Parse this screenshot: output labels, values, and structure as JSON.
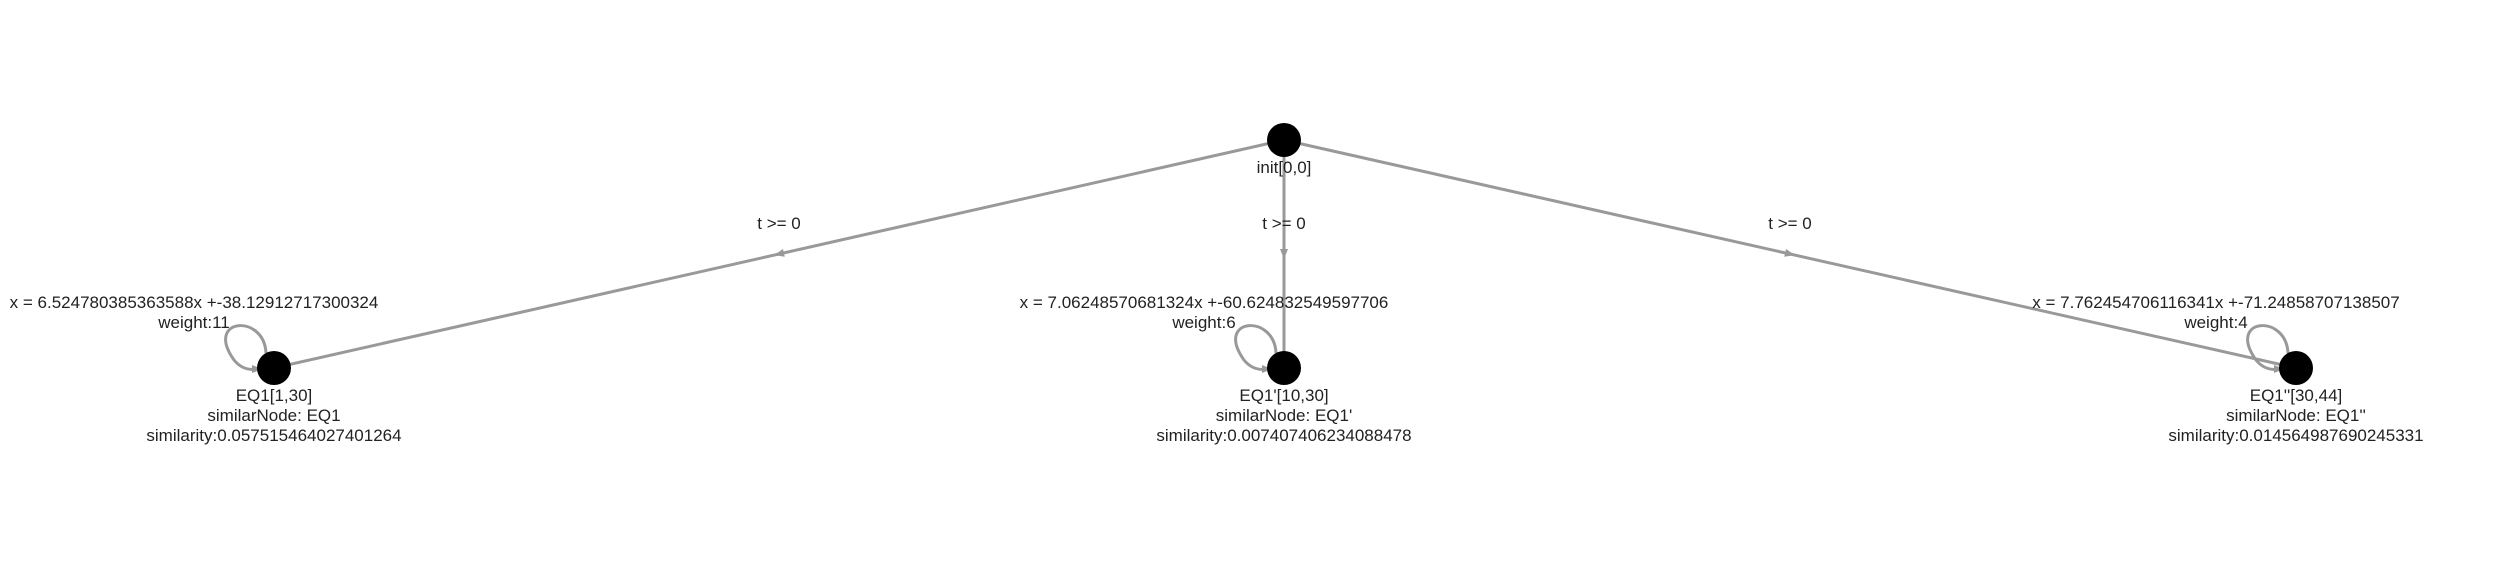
{
  "graph": {
    "colors": {
      "node": "#000000",
      "edge": "#999999",
      "text": "#222222",
      "background": "#ffffff"
    },
    "nodes": [
      {
        "id": "init",
        "lines": [
          "init[0,0]"
        ]
      },
      {
        "id": "eq1",
        "lines": [
          "EQ1[1,30]",
          "similarNode: EQ1",
          "similarity:0.057515464027401264"
        ]
      },
      {
        "id": "eq1p",
        "lines": [
          "EQ1'[10,30]",
          "similarNode: EQ1'",
          "similarity:0.007407406234088478"
        ]
      },
      {
        "id": "eq1pp",
        "lines": [
          "EQ1''[30,44]",
          "similarNode: EQ1''",
          "similarity:0.014564987690245331"
        ]
      }
    ],
    "edges": [
      {
        "from": "init",
        "to": "eq1",
        "label": "t >= 0"
      },
      {
        "from": "init",
        "to": "eq1p",
        "label": "t >= 0"
      },
      {
        "from": "init",
        "to": "eq1pp",
        "label": "t >= 0"
      }
    ],
    "self_loops": [
      {
        "node": "eq1",
        "lines": [
          "x = 6.524780385363588x +-38.12912717300324",
          "weight:11"
        ]
      },
      {
        "node": "eq1p",
        "lines": [
          "x = 7.06248570681324x +-60.624832549597706",
          "weight:6"
        ]
      },
      {
        "node": "eq1pp",
        "lines": [
          "x = 7.762454706116341x +-71.24858707138507",
          "weight:4"
        ]
      }
    ]
  }
}
